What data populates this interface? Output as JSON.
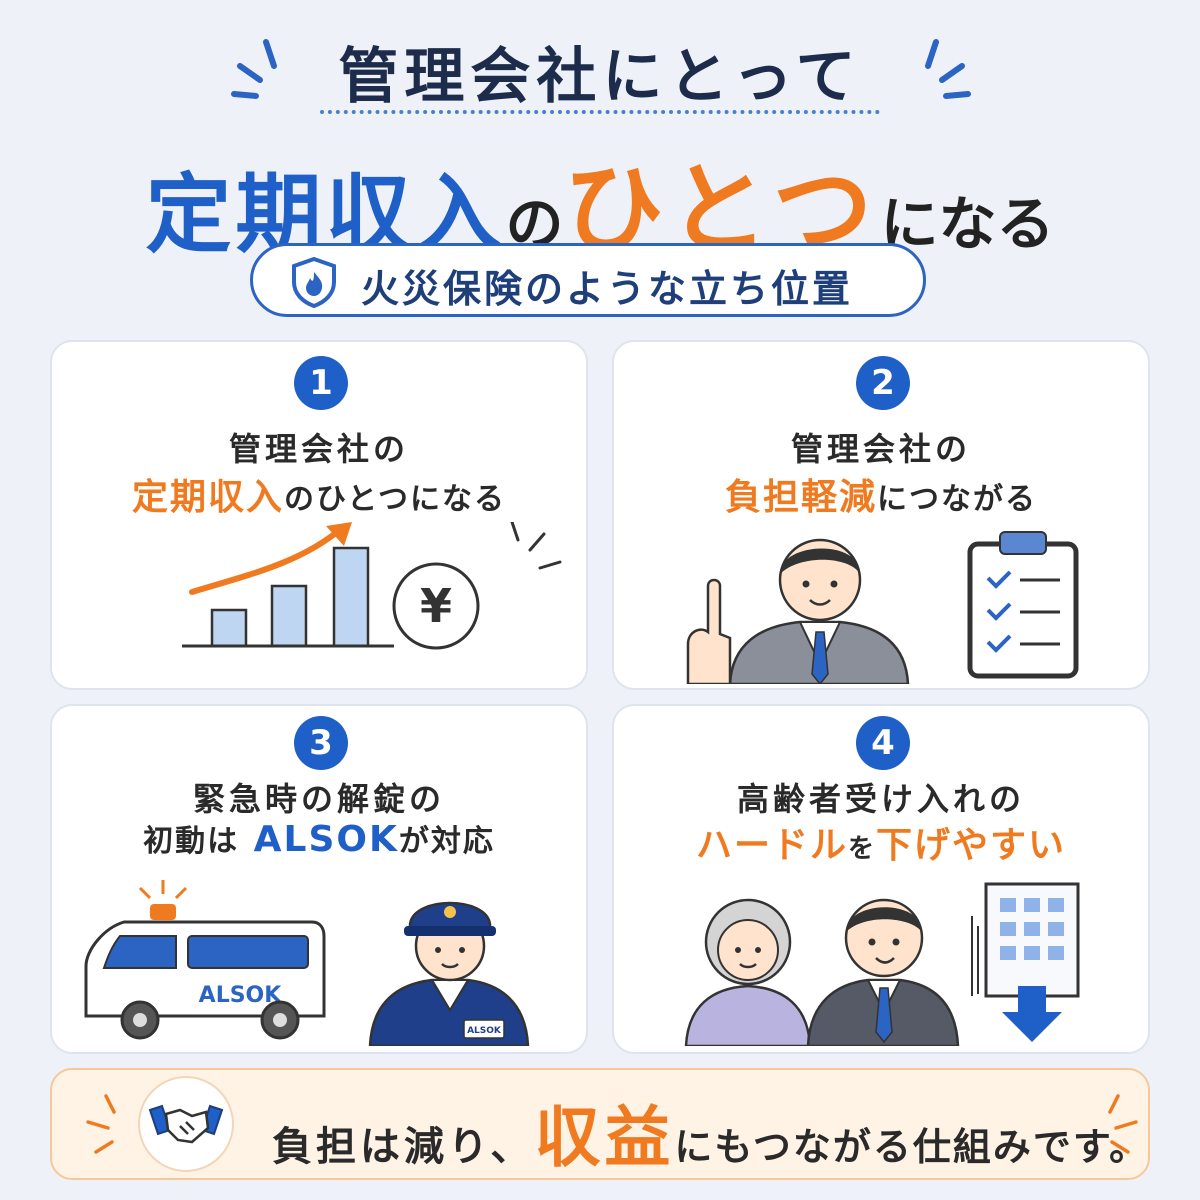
{
  "header": {
    "headline1": "管理会社にとって",
    "headline2_part1": "定期収入",
    "headline2_part2": "の",
    "headline2_part3": "ひとつ",
    "headline2_part4": "になる",
    "pill_text": "火災保険のような立ち位置",
    "pill_icon": "shield-fire-icon"
  },
  "cards": [
    {
      "number": "1",
      "line1": "管理会社の",
      "line2_highlight": "定期収入",
      "line2_rest": "のひとつになる",
      "illustration": "growth-chart-yen-icon",
      "yen": "¥"
    },
    {
      "number": "2",
      "line1": "管理会社の",
      "line2_highlight": "負担軽減",
      "line2_rest": "につながる",
      "illustration": "businessman-clipboard-icon"
    },
    {
      "number": "3",
      "line1": "緊急時の解錠の",
      "line2_pre": "初動は",
      "line2_highlight": "ALSOK",
      "line2_rest": "が対応",
      "illustration": "alsok-van-guard-icon",
      "van_label": "ALSOK",
      "badge_label": "ALSOK"
    },
    {
      "number": "4",
      "line1": "高齢者受け入れの",
      "line2_highlight": "ハードル",
      "line2_small": "を",
      "line2_rest": "下げやすい",
      "illustration": "elderly-building-arrow-icon"
    }
  ],
  "banner": {
    "icon": "handshake-icon",
    "text_a": "負担は減り、",
    "text_b": "収益",
    "text_c": "にもつながる仕組みです。"
  },
  "colors": {
    "blue": "#1f5fc8",
    "orange": "#f07a1f",
    "background": "#eef2f8"
  }
}
